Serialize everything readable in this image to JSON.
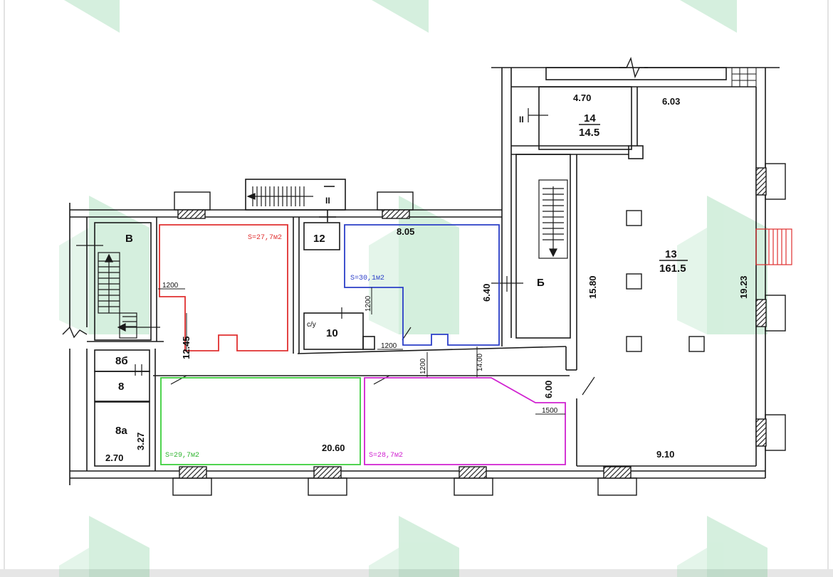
{
  "colors": {
    "red": "#e03030",
    "blue": "#2b3fc8",
    "green": "#3ccf3c",
    "magenta": "#d020d0",
    "watermark": "#3fb86a",
    "wall": "#1a1a1a",
    "hatch": "#3a3a3a"
  },
  "areas": {
    "red": "S=27,7м2",
    "blue": "S=30,1м2",
    "green": "S=29,7м2",
    "magenta": "S=28,7м2"
  },
  "rooms": {
    "r14_num": "14",
    "r14_area": "14.5",
    "r13_num": "13",
    "r13_area": "161.5",
    "r12": "12",
    "r10": "10",
    "cu": "с/у",
    "r8": "8",
    "r8a": "8а",
    "r8b": "8б",
    "v": "В",
    "b": "Б",
    "ii_top": "II",
    "ii_mid": "II"
  },
  "dims": {
    "d470": "4.70",
    "d603": "6.03",
    "d805": "8.05",
    "d640": "6.40",
    "d1580": "15.80",
    "d1923": "19.23",
    "d1245": "12.45",
    "d2060": "20.60",
    "d600": "6.00",
    "d910": "9.10",
    "d270": "2.70",
    "d327": "3.27",
    "d1400": "14.00",
    "d1200a": "1200",
    "d1200b": "1200",
    "d1200c": "1200",
    "d1200d": "1200",
    "d1500": "1500"
  }
}
